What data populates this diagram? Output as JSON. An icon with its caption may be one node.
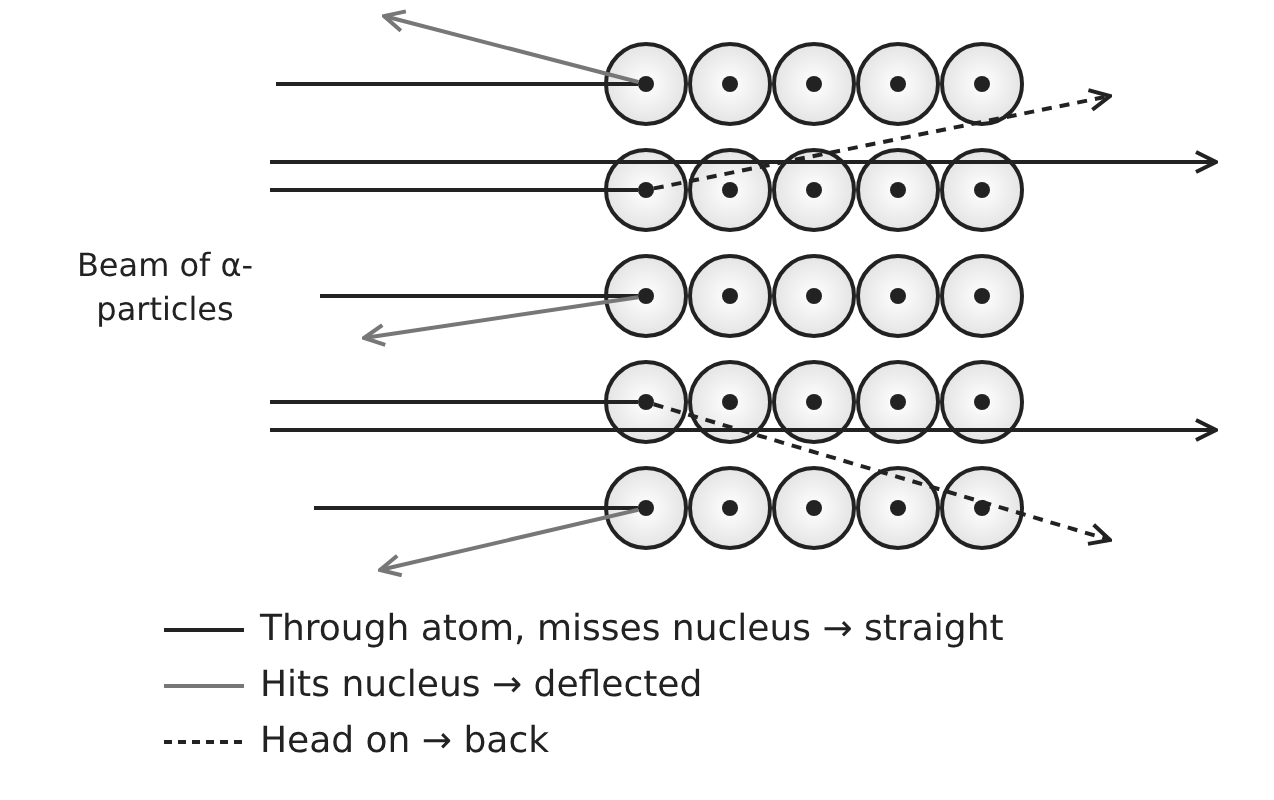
{
  "diagram": {
    "nodes": [
      {
        "text": [],
        "shape": "circle"
      },
      {
        "text": [],
        "shape": "circle",
        "in": 0
      },
      {
        "text": [],
        "shape": "circle"
      },
      {
        "text": [],
        "shape": "circle",
        "in": 2
      },
      {
        "text": [],
        "shape": "circle"
      },
      {
        "text": [],
        "shape": "circle",
        "in": 4
      },
      {
        "text": [],
        "shape": "circle"
      },
      {
        "text": [],
        "shape": "circle",
        "in": 6
      },
      {
        "text": [],
        "shape": "circle"
      },
      {
        "text": [],
        "shape": "circle",
        "in": 8
      },
      {
        "text": [],
        "shape": "circle"
      },
      {
        "text": [],
        "shape": "circle",
        "in": 10
      },
      {
        "text": [],
        "shape": "circle"
      },
      {
        "text": [],
        "shape": "circle",
        "in": 12
      },
      {
        "text": [],
        "shape": "circle"
      },
      {
        "text": [],
        "shape": "circle",
        "in": 14
      },
      {
        "text": [],
        "shape": "circle"
      },
      {
        "text": [],
        "shape": "circle",
        "in": 16
      },
      {
        "text": [],
        "shape": "circle"
      },
      {
        "text": [],
        "shape": "circle",
        "in": 18
      },
      {
        "text": [],
        "shape": "circle"
      },
      {
        "text": [],
        "shape": "circle",
        "in": 20
      },
      {
        "text": [],
        "shape": "circle"
      },
      {
        "text": [],
        "shape": "circle",
        "in": 22
      },
      {
        "text": [],
        "shape": "circle"
      },
      {
        "text": [],
        "shape": "circle",
        "in": 24
      },
      {
        "text": [],
        "shape": "circle"
      },
      {
        "text": [],
        "shape": "circle",
        "in": 26
      },
      {
        "text": [],
        "shape": "circle"
      },
      {
        "text": [],
        "shape": "circle",
        "in": 28
      },
      {
        "text": [],
        "shape": "circle"
      },
      {
        "text": [],
        "shape": "circle",
        "in": 30
      },
      {
        "text": [],
        "shape": "circle"
      },
      {
        "text": [],
        "shape": "circle",
        "in": 32
      },
      {
        "text": [],
        "shape": "circle"
      },
      {
        "text": [],
        "shape": "circle",
        "in": 34
      },
      {
        "text": [],
        "shape": "circle"
      },
      {
        "text": [],
        "shape": "circle",
        "in": 36
      },
      {
        "text": [],
        "shape": "circle"
      },
      {
        "text": [],
        "shape": "circle",
        "in": 38
      },
      {
        "text": [],
        "shape": "circle"
      },
      {
        "text": [],
        "shape": "circle",
        "in": 40
      },
      {
        "text": [],
        "shape": "circle"
      },
      {
        "text": [],
        "shape": "circle",
        "in": 42
      },
      {
        "text": [],
        "shape": "circle"
      },
      {
        "text": [],
        "shape": "circle",
        "in": 44
      },
      {
        "text": [],
        "shape": "circle"
      },
      {
        "text": [],
        "shape": "circle",
        "in": 46
      },
      {
        "text": [],
        "shape": "circle"
      },
      {
        "text": [],
        "shape": "circle",
        "in": 48
      }
    ],
    "edges": [
      {
        "from": null,
        "to": 1,
        "arrow": "none"
      },
      {
        "from": 1,
        "to": null,
        "arrow": "to",
        "color": "#777777"
      },
      {
        "from": null,
        "to": 11,
        "arrow": "none"
      },
      {
        "from": 11,
        "to": null,
        "arrow": "to",
        "style": "dashed"
      },
      {
        "from": null,
        "to": 21,
        "arrow": "none"
      },
      {
        "from": 21,
        "to": null,
        "arrow": "to",
        "color": "#777777"
      },
      {
        "from": null,
        "to": 31,
        "arrow": "none"
      },
      {
        "from": 31,
        "to": null,
        "arrow": "to",
        "style": "dashed"
      },
      {
        "from": null,
        "to": 41,
        "arrow": "none"
      },
      {
        "from": 41,
        "to": null,
        "arrow": "to",
        "color": "#777777"
      }
    ],
    "labels": [
      "Beam of α-particles"
    ],
    "legend": [
      {
        "text": "Through atom, misses nucleus → straight"
      },
      {
        "text": "Hits nucleus → deflected"
      },
      {
        "text": "Head on → back"
      }
    ]
  }
}
